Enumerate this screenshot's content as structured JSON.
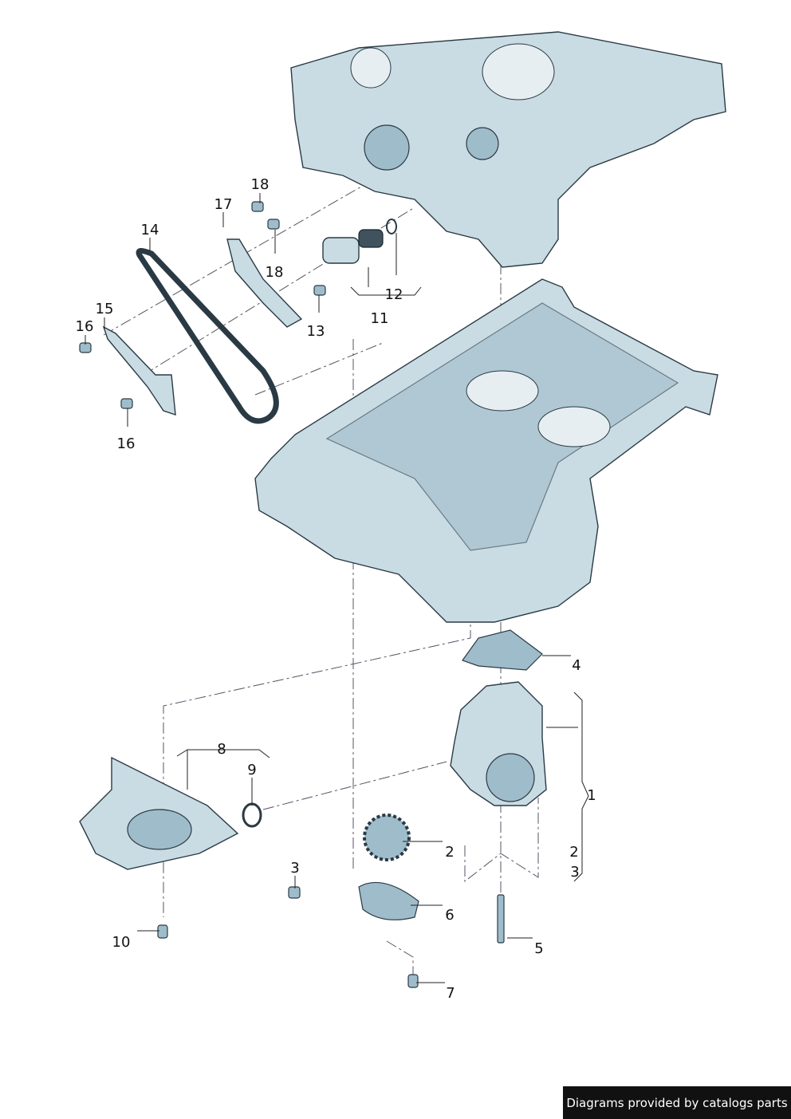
{
  "labels": [
    {
      "id": "18a",
      "text": "18"
    },
    {
      "id": "17",
      "text": "17"
    },
    {
      "id": "14",
      "text": "14"
    },
    {
      "id": "18b",
      "text": "18"
    },
    {
      "id": "15",
      "text": "15"
    },
    {
      "id": "16a",
      "text": "16"
    },
    {
      "id": "12",
      "text": "12"
    },
    {
      "id": "11",
      "text": "11"
    },
    {
      "id": "13",
      "text": "13"
    },
    {
      "id": "16b",
      "text": "16"
    },
    {
      "id": "4",
      "text": "4"
    },
    {
      "id": "8",
      "text": "8"
    },
    {
      "id": "9",
      "text": "9"
    },
    {
      "id": "1",
      "text": "1"
    },
    {
      "id": "2a",
      "text": "2"
    },
    {
      "id": "2b",
      "text": "2"
    },
    {
      "id": "3a",
      "text": "3"
    },
    {
      "id": "3b",
      "text": "3"
    },
    {
      "id": "6",
      "text": "6"
    },
    {
      "id": "10",
      "text": "10"
    },
    {
      "id": "5",
      "text": "5"
    },
    {
      "id": "7",
      "text": "7"
    }
  ],
  "footer": {
    "text": "Diagrams provided by catalogs parts"
  },
  "colors": {
    "part": "#c9dbe3",
    "outline": "#2a3a44",
    "footer_bg": "#111111"
  }
}
